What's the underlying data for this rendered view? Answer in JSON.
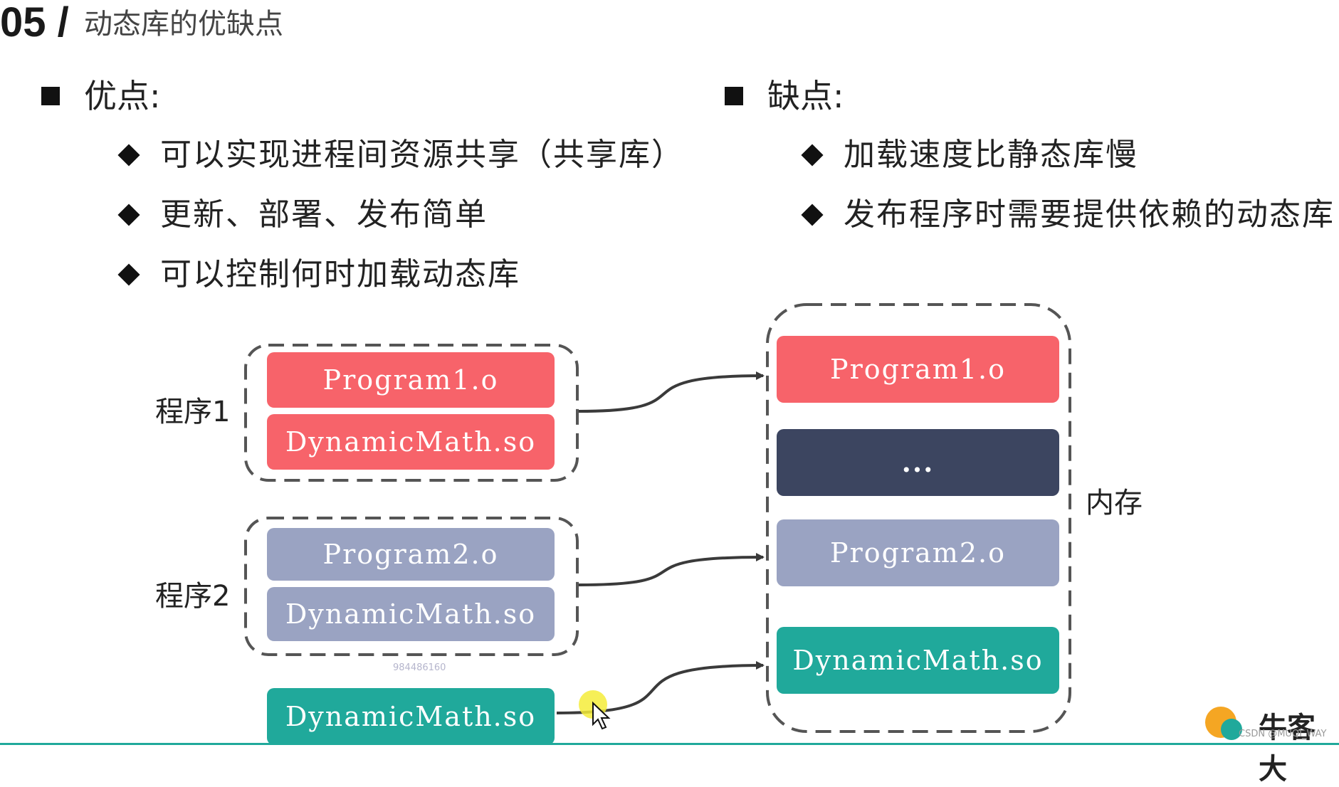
{
  "header": {
    "number": "05 /",
    "title": "动态库的优缺点"
  },
  "pros": {
    "heading": "优点:",
    "items": [
      "可以实现进程间资源共享（共享库）",
      "更新、部署、发布简单",
      "可以控制何时加载动态库"
    ]
  },
  "cons": {
    "heading": "缺点:",
    "items": [
      "加载速度比静态库慢",
      "发布程序时需要提供依赖的动态库"
    ]
  },
  "diagram": {
    "program1_label": "程序1",
    "program2_label": "程序2",
    "memory_label": "内存",
    "blocks": {
      "p1_obj": "Program1.o",
      "p1_lib": "DynamicMath.so",
      "p2_obj": "Program2.o",
      "p2_lib": "DynamicMath.so",
      "shared_lib": "DynamicMath.so",
      "mem_p1": "Program1.o",
      "mem_gap": "...",
      "mem_p2": "Program2.o",
      "mem_lib": "DynamicMath.so"
    },
    "watermark": "984486160"
  },
  "footer": {
    "brand": "牛客大",
    "watermark": "CSDN @MUQI_WAY"
  },
  "colors": {
    "red": "#f7636a",
    "grey": "#9aa3c2",
    "teal": "#20a99b",
    "dark": "#3c4560"
  }
}
